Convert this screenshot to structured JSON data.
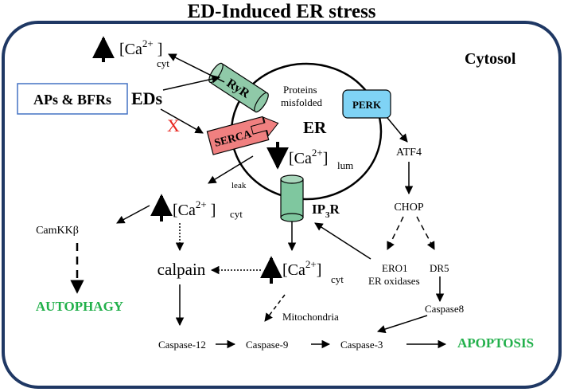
{
  "title": "ED-Induced ER stress",
  "region_label": "Cytosol",
  "organelle_label": "ER",
  "sources": {
    "aps_bfrs": "APs & BFRs",
    "eds": "EDs"
  },
  "inhibition_mark": "X",
  "channels": {
    "ryr": "RyR",
    "serca": "SERCA",
    "perk": "PERK",
    "ip3r_main": "IP",
    "ip3r_sub": "3",
    "ip3r_tail": "R"
  },
  "calcium": {
    "base": "[Ca",
    "charge": "2+",
    "close": "]",
    "cyt": "cyt",
    "lum": "lum"
  },
  "labels": {
    "proteins_misfolded_1": "Proteins",
    "proteins_misfolded_2": "misfolded",
    "leak": "leak",
    "atf4": "ATF4",
    "chop": "CHOP",
    "ero1": "ERO1",
    "er_oxidases": "ER oxidases",
    "dr5": "DR5",
    "caspase8": "Caspase8",
    "camkkb": "CamKKβ",
    "calpain": "calpain",
    "mitochondria": "Mitochondria",
    "caspase12": "Caspase-12",
    "caspase9": "Caspase-9",
    "caspase3": "Caspase-3"
  },
  "outcomes": {
    "autophagy": "AUTOPHAGY",
    "apoptosis": "APOPTOSIS"
  },
  "colors": {
    "border": "#1f3864",
    "source_box": "#4472c4",
    "ryr_fill": "#8fc9a8",
    "serca_fill": "#f08080",
    "perk_fill": "#7fd3f5",
    "ip3r_fill": "#7fc79f",
    "outcome": "#22b04b",
    "inhibition": "#e8261f"
  }
}
